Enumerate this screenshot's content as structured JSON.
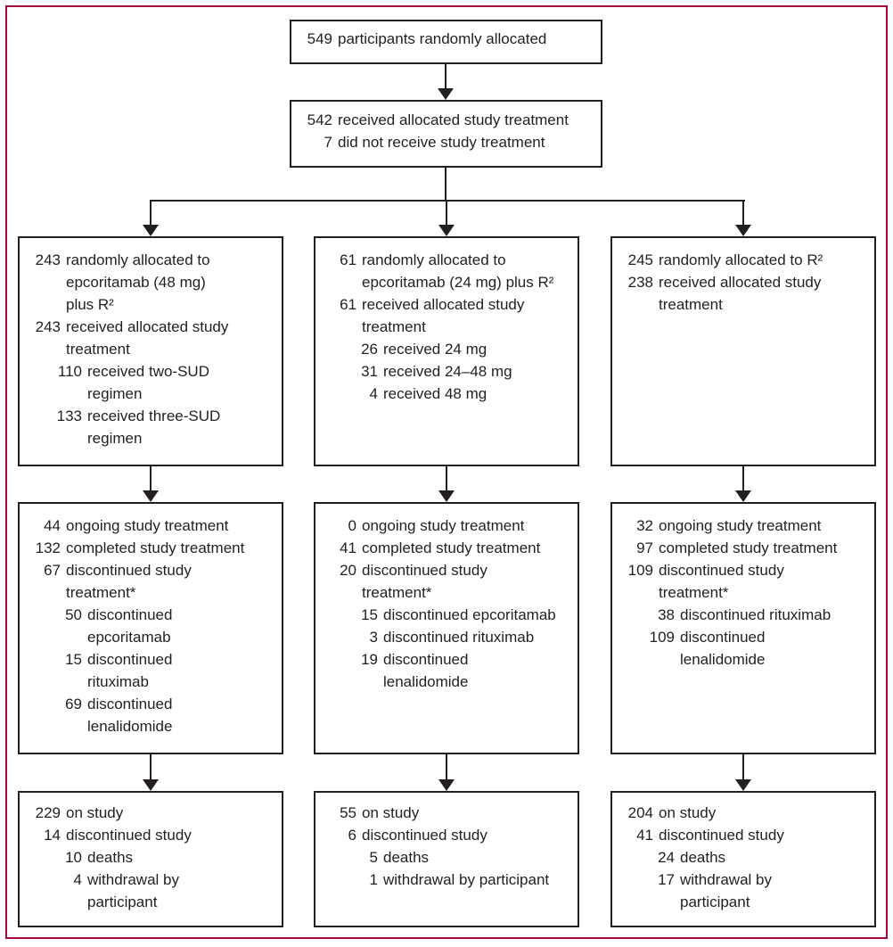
{
  "figure": {
    "kind": "CONSORT participant flow diagram",
    "colors": {
      "ink": "#231F20",
      "frame": "#A5093E"
    },
    "boxes": {
      "allocated": {
        "lines": [
          {
            "n": "549",
            "t": "participants randomly allocated",
            "lv": 0
          }
        ]
      },
      "received": {
        "lines": [
          {
            "n": "542",
            "t": "received allocated study treatment",
            "lv": 0
          },
          {
            "n": "7",
            "t": "did not receive study treatment",
            "lv": 0
          }
        ]
      },
      "arm48_allocation": {
        "lines": [
          {
            "n": "243",
            "t": "randomly allocated to",
            "lv": 0
          },
          {
            "n": "",
            "t": "epcoritamab (48 mg)",
            "lv": 0
          },
          {
            "n": "",
            "t": "plus R²",
            "lv": 0
          },
          {
            "n": "243",
            "t": "received allocated study",
            "lv": 0
          },
          {
            "n": "",
            "t": "treatment",
            "lv": 0
          },
          {
            "n": "110",
            "t": "received two-SUD",
            "lv": 1
          },
          {
            "n": "",
            "t": "regimen",
            "lv": 1
          },
          {
            "n": "133",
            "t": "received three-SUD",
            "lv": 1
          },
          {
            "n": "",
            "t": "regimen",
            "lv": 1
          }
        ]
      },
      "arm24_allocation": {
        "lines": [
          {
            "n": "61",
            "t": "randomly allocated to",
            "lv": 0
          },
          {
            "n": "",
            "t": "epcoritamab (24 mg) plus R²",
            "lv": 0
          },
          {
            "n": "61",
            "t": "received allocated study",
            "lv": 0
          },
          {
            "n": "",
            "t": "treatment",
            "lv": 0
          },
          {
            "n": "26",
            "t": "received 24 mg",
            "lv": 1
          },
          {
            "n": "31",
            "t": "received 24–48 mg",
            "lv": 1
          },
          {
            "n": "4",
            "t": "received 48 mg",
            "lv": 1
          }
        ]
      },
      "armR2_allocation": {
        "lines": [
          {
            "n": "245",
            "t": "randomly allocated to R²",
            "lv": 0
          },
          {
            "n": "238",
            "t": "received allocated study",
            "lv": 0
          },
          {
            "n": "",
            "t": "treatment",
            "lv": 0
          }
        ]
      },
      "arm48_treatment": {
        "lines": [
          {
            "n": "44",
            "t": "ongoing study treatment",
            "lv": 0
          },
          {
            "n": "132",
            "t": "completed study treatment",
            "lv": 0
          },
          {
            "n": "67",
            "t": "discontinued study",
            "lv": 0
          },
          {
            "n": "",
            "t": "treatment*",
            "lv": 0
          },
          {
            "n": "50",
            "t": "discontinued",
            "lv": 1
          },
          {
            "n": "",
            "t": "epcoritamab",
            "lv": 1
          },
          {
            "n": "15",
            "t": "discontinued",
            "lv": 1
          },
          {
            "n": "",
            "t": "rituximab",
            "lv": 1
          },
          {
            "n": "69",
            "t": "discontinued",
            "lv": 1
          },
          {
            "n": "",
            "t": "lenalidomide",
            "lv": 1
          }
        ]
      },
      "arm24_treatment": {
        "lines": [
          {
            "n": "0",
            "t": "ongoing study treatment",
            "lv": 0
          },
          {
            "n": "41",
            "t": "completed study treatment",
            "lv": 0
          },
          {
            "n": "20",
            "t": "discontinued study",
            "lv": 0
          },
          {
            "n": "",
            "t": "treatment*",
            "lv": 0
          },
          {
            "n": "15",
            "t": "discontinued epcoritamab",
            "lv": 1
          },
          {
            "n": "3",
            "t": "discontinued rituximab",
            "lv": 1
          },
          {
            "n": "19",
            "t": "discontinued",
            "lv": 1
          },
          {
            "n": "",
            "t": "lenalidomide",
            "lv": 1
          }
        ]
      },
      "armR2_treatment": {
        "lines": [
          {
            "n": "32",
            "t": "ongoing study treatment",
            "lv": 0
          },
          {
            "n": "97",
            "t": "completed study treatment",
            "lv": 0
          },
          {
            "n": "109",
            "t": "discontinued study",
            "lv": 0
          },
          {
            "n": "",
            "t": "treatment*",
            "lv": 0
          },
          {
            "n": "38",
            "t": "discontinued rituximab",
            "lv": 1
          },
          {
            "n": "109",
            "t": "discontinued",
            "lv": 1
          },
          {
            "n": "",
            "t": "lenalidomide",
            "lv": 1
          }
        ]
      },
      "arm48_study": {
        "lines": [
          {
            "n": "229",
            "t": "on study",
            "lv": 0
          },
          {
            "n": "14",
            "t": "discontinued study",
            "lv": 0
          },
          {
            "n": "10",
            "t": "deaths",
            "lv": 1
          },
          {
            "n": "4",
            "t": "withdrawal by",
            "lv": 1
          },
          {
            "n": "",
            "t": "participant",
            "lv": 1
          }
        ]
      },
      "arm24_study": {
        "lines": [
          {
            "n": "55",
            "t": "on study",
            "lv": 0
          },
          {
            "n": "6",
            "t": "discontinued study",
            "lv": 0
          },
          {
            "n": "5",
            "t": "deaths",
            "lv": 1
          },
          {
            "n": "1",
            "t": "withdrawal by participant",
            "lv": 1
          }
        ]
      },
      "armR2_study": {
        "lines": [
          {
            "n": "204",
            "t": "on study",
            "lv": 0
          },
          {
            "n": "41",
            "t": "discontinued study",
            "lv": 0
          },
          {
            "n": "24",
            "t": "deaths",
            "lv": 1
          },
          {
            "n": "17",
            "t": "withdrawal by",
            "lv": 1
          },
          {
            "n": "",
            "t": "participant",
            "lv": 1
          }
        ]
      }
    }
  }
}
